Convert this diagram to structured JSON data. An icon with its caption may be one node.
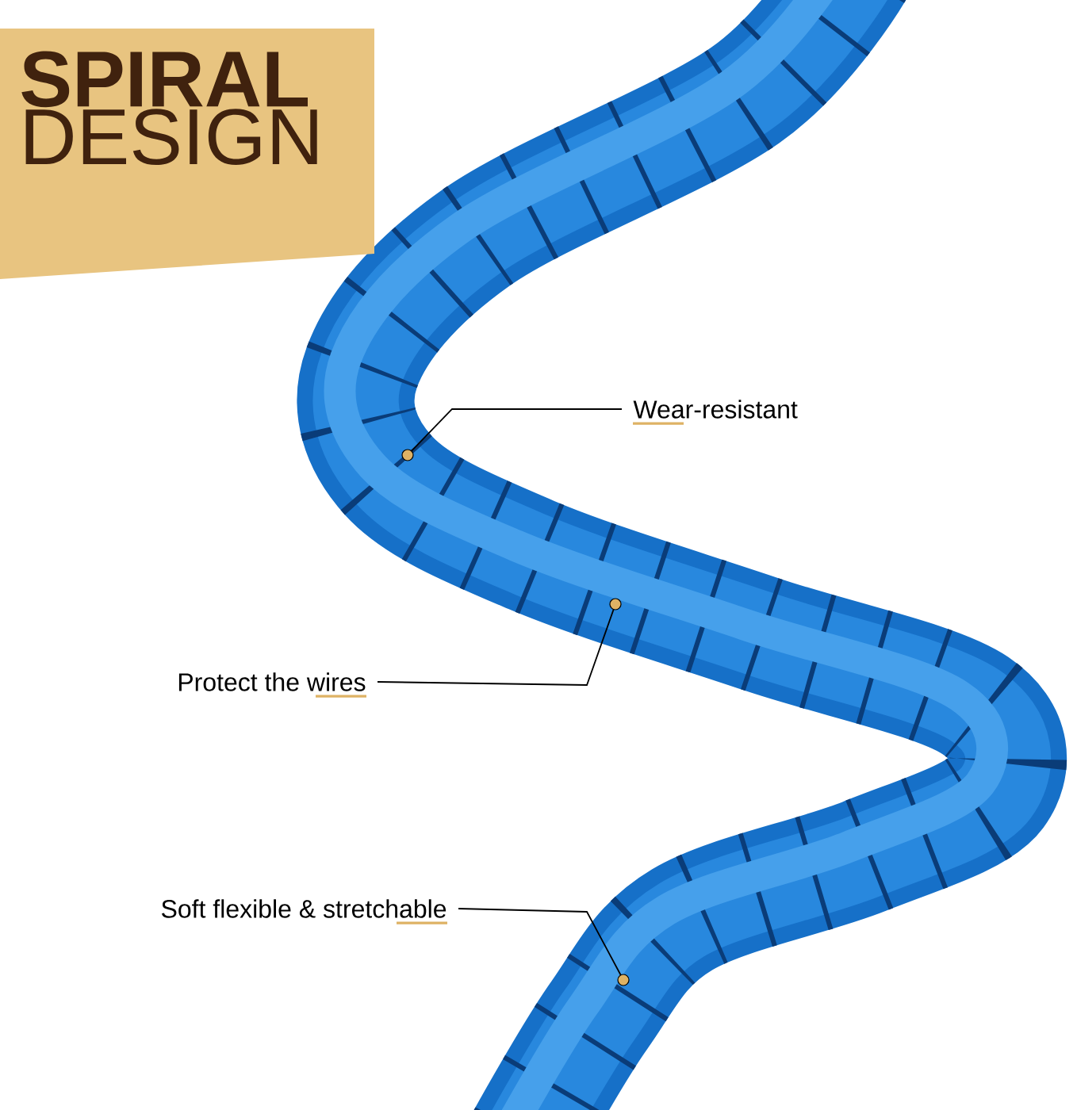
{
  "diagram": {
    "nodes": [
      {
        "text": [
          "SPIRAL",
          "DESIGN"
        ]
      },
      {
        "text": [
          "Wear-resistant"
        ]
      },
      {
        "text": [
          "Protect the wires"
        ]
      },
      {
        "text": [
          "Soft flexible & stretchable"
        ]
      }
    ],
    "edges": [
      {
        "from": 1,
        "to": null,
        "arrow": "other"
      },
      {
        "from": 2,
        "to": null,
        "arrow": "other"
      },
      {
        "from": 3,
        "to": null,
        "arrow": "other"
      }
    ]
  }
}
